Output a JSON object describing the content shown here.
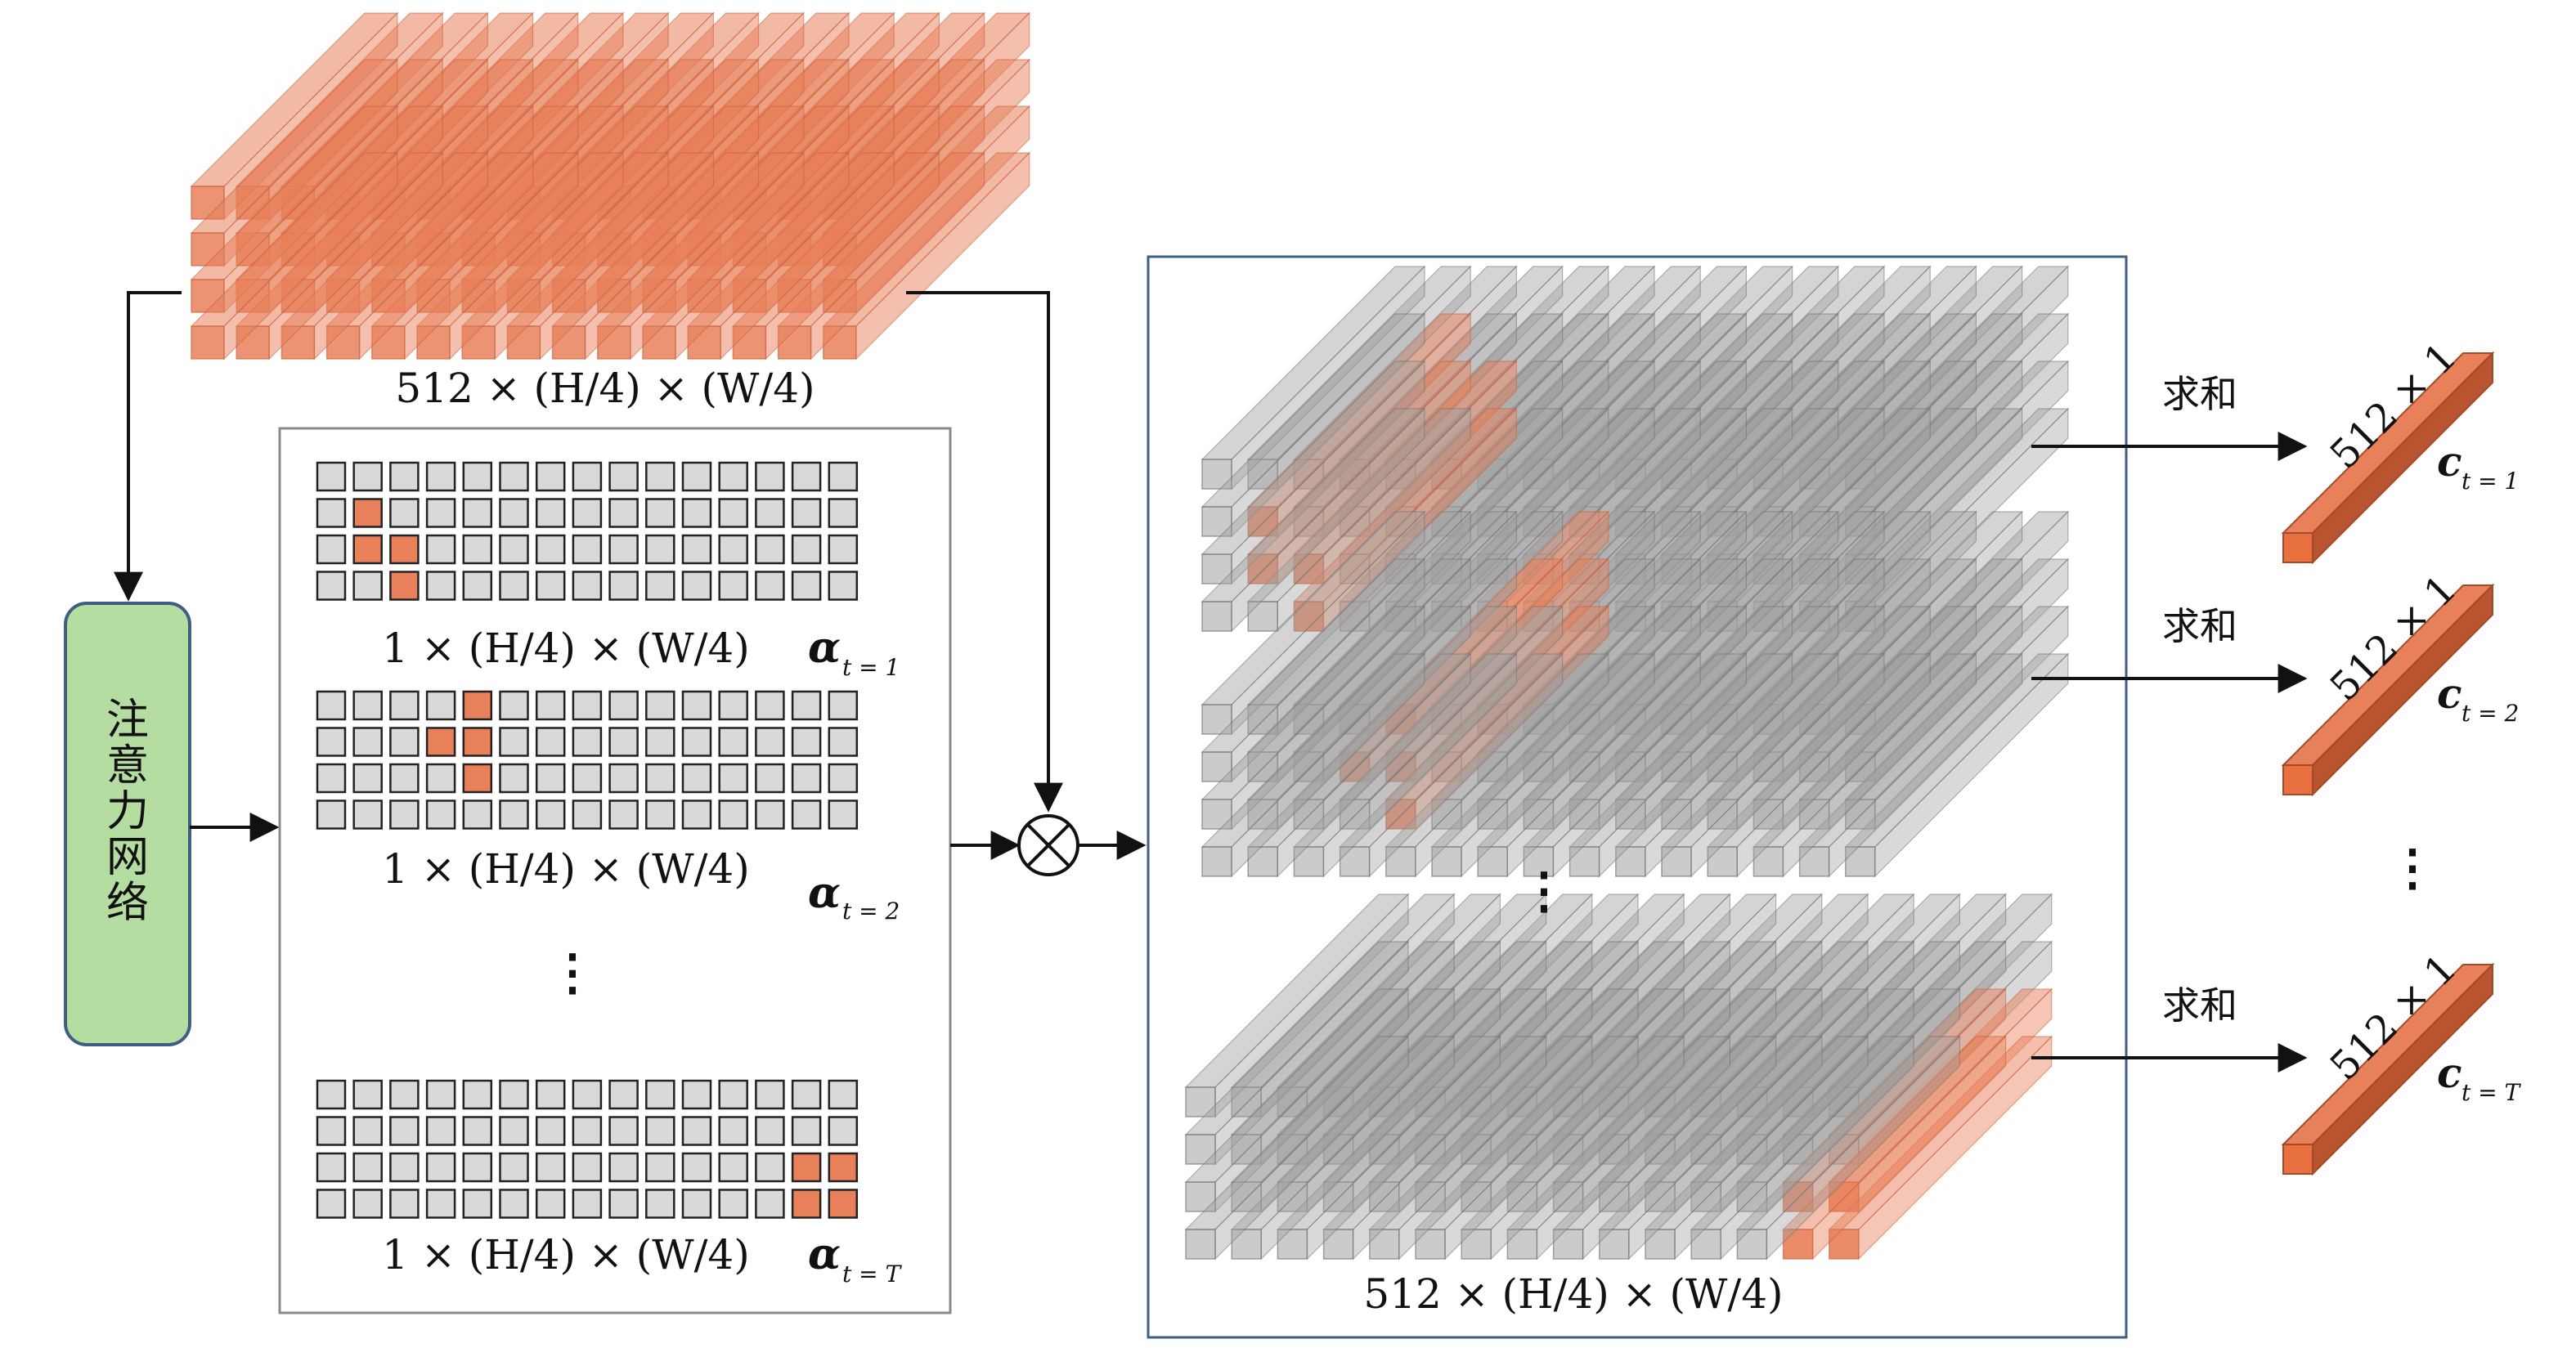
{
  "diagram": {
    "feature_map": {
      "label": "512 × (H/4) × (W/4)",
      "rows": 4,
      "cols": 15,
      "color": "#e8805a"
    },
    "attention_network": {
      "label": "注意力网络",
      "fill": "#b6dda1",
      "stroke": "#3e5f80"
    },
    "attention_maps": [
      {
        "dim_label": "1 × (H/4) × (W/4)",
        "alpha": "α",
        "subscript": "t = 1",
        "highlight": [
          [
            1,
            1
          ],
          [
            2,
            1
          ],
          [
            2,
            2
          ],
          [
            3,
            2
          ]
        ]
      },
      {
        "dim_label": "1 × (H/4) × (W/4)",
        "alpha": "α",
        "subscript": "t = 2",
        "highlight": [
          [
            0,
            4
          ],
          [
            1,
            3
          ],
          [
            1,
            4
          ],
          [
            2,
            4
          ]
        ]
      },
      {
        "dim_label": "1 × (H/4) × (W/4)",
        "alpha": "α",
        "subscript": "t = T",
        "highlight": [
          [
            2,
            13
          ],
          [
            2,
            14
          ],
          [
            3,
            13
          ],
          [
            3,
            14
          ]
        ]
      }
    ],
    "attention_grid": {
      "rows": 4,
      "cols": 15
    },
    "ellipsis": "⋮",
    "operator": "⊗",
    "weighted_features": {
      "label": "512 × (H/4) × (W/4)",
      "stack_color": "#a0a0a0",
      "highlight_color": "#e8805a"
    },
    "outputs": [
      {
        "sum_label": "求和",
        "dim_label": "512 × 1",
        "vec": "c",
        "subscript": "t = 1"
      },
      {
        "sum_label": "求和",
        "dim_label": "512 × 1",
        "vec": "c",
        "subscript": "t = 2"
      },
      {
        "sum_label": "求和",
        "dim_label": "512 × 1",
        "vec": "c",
        "subscript": "t = T"
      }
    ]
  }
}
